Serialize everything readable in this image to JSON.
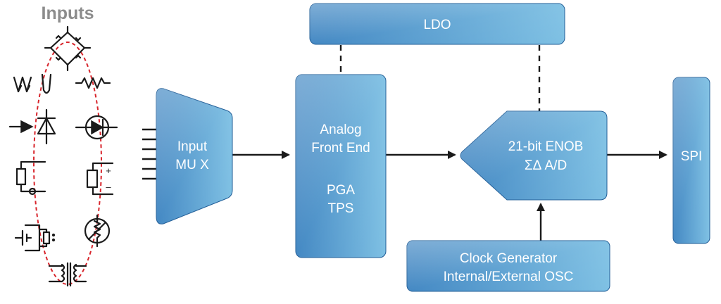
{
  "inputs": {
    "title": "Inputs",
    "icons": [
      "bridge-sensor-icon",
      "thermocouple-icon",
      "rtd-resistor-icon",
      "photodiode-icon",
      "led-icon",
      "current-sensor-icon",
      "battery-cell-icon",
      "load-cell-icon",
      "thermistor-icon",
      "transformer-icon"
    ],
    "polarity_plus": "+",
    "polarity_minus": "–"
  },
  "blocks": {
    "ldo": {
      "label": "LDO"
    },
    "mux": {
      "line1": "Input",
      "line2": "MU X"
    },
    "afe": {
      "line1": "Analog",
      "line2": "Front End",
      "line3": "PGA",
      "line4": "TPS"
    },
    "adc": {
      "line1": "21-bit ENOB",
      "line2": "ΣΔ  A/D"
    },
    "spi": {
      "label": "SPI"
    },
    "clock": {
      "line1": "Clock Generator",
      "line2": "Internal/External OSC"
    }
  },
  "colors": {
    "block_top": "#7fc1e4",
    "block_bottom": "#2f74b3",
    "block_edge": "#1f5c96",
    "inputs_title": "#8c8c8c",
    "highlight_oval": "#d8252c",
    "wire": "#1a1a1a"
  }
}
